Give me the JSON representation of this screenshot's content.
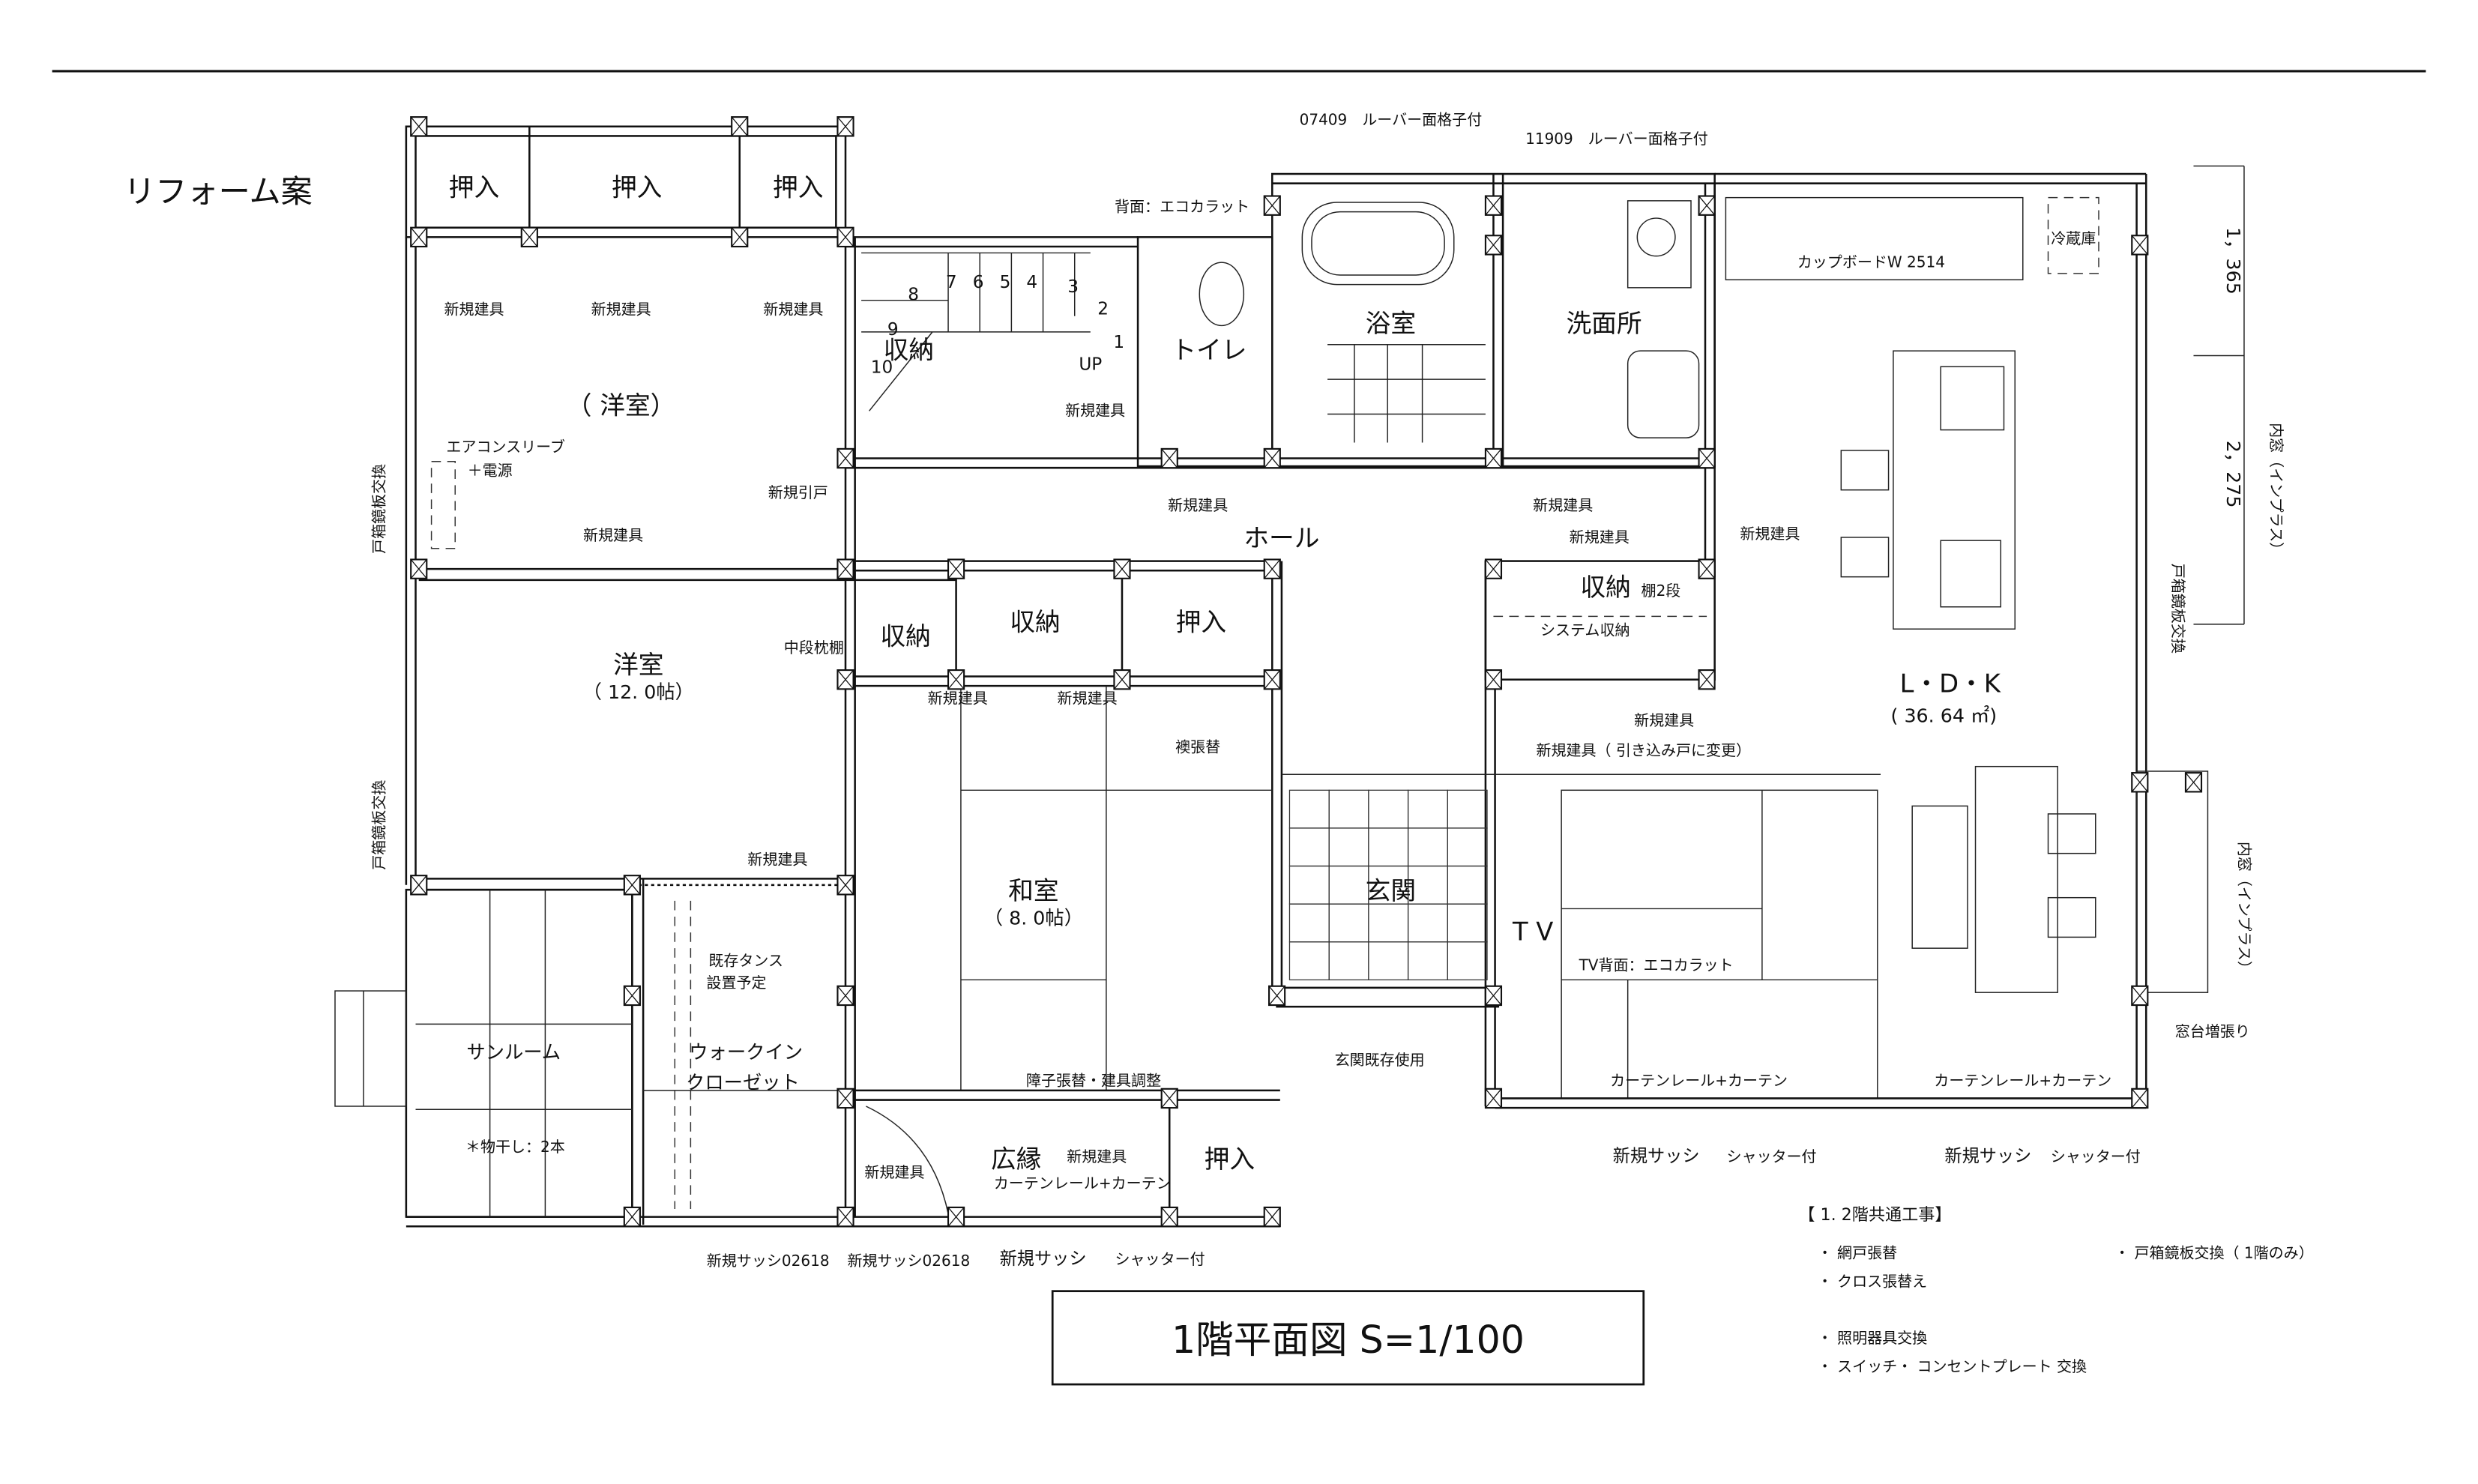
{
  "header": {
    "plan_title": "リフォーム案"
  },
  "drawing_title": "1階平面図 S=1/100",
  "rooms": {
    "closet_1": "押入",
    "closet_2": "押入",
    "closet_3": "押入",
    "western_room_upper": "（ 洋室）",
    "western_room_lower": "洋室",
    "western_room_lower_area": "（ 12. 0帖）",
    "storage_stair": "収納",
    "storage_1": "収納",
    "storage_2": "収納",
    "closet_4": "押入",
    "toilet": "トイレ",
    "bath": "浴室",
    "washroom": "洗面所",
    "hall": "ホール",
    "storage_hall": "収納",
    "system_storage": "システム収納",
    "ldk": "L・D・K",
    "ldk_area": "( 36. 64 ㎡)",
    "japanese_room": "和室",
    "japanese_room_area": "（ 8. 0帖）",
    "entrance": "玄関",
    "sunroom": "サンルーム",
    "walkin_closet_1": "ウォークイン",
    "walkin_closet_2": "クローゼット",
    "engawa": "広縁",
    "closet_5": "押入"
  },
  "notes": {
    "new_fitting": "新規建具",
    "new_sliding_door": "新規引戸",
    "aircon_sleeve": "エアコンスリーブ",
    "power_source": "＋電源",
    "door_box_left_1": "戸箱鏡板交換",
    "door_box_left_2": "戸箱鏡板交換",
    "door_box_right": "戸箱鏡板交換",
    "middle_shelf": "中段枕棚",
    "fusuma": "襖張替",
    "existing_chest_1": "既存タンス",
    "existing_chest_2": "設置予定",
    "laundry_pole": "＊物干し：2本",
    "shoji": "障子張替・建具調整",
    "curtain": "カーテンレール+カーテン",
    "back_ecocarat": "背面：エコカラット",
    "louver_1": "07409　ルーバー面格子付",
    "louver_2": "11909　ルーバー面格子付",
    "cupboard": "カップボードW 2514",
    "fridge": "冷蔵庫",
    "dim_1": "1，365",
    "dim_2": "2，275",
    "inner_window_1": "内窓（インプラス）",
    "inner_window_2": "内窓（インプラス）",
    "shelf_2": "棚2段",
    "new_fitting_pocket": "新規建具（ 引き込み戸に変更）",
    "tv": "T V",
    "tv_back": "TV背面：エコカラット",
    "entrance_existing": "玄関既存使用",
    "window_sill": "窓台増張り",
    "new_sash": "新規サッシ",
    "shutter": "シャッター付",
    "new_sash_02618": "新規サッシ02618",
    "up": "UP"
  },
  "stairs": [
    "1",
    "2",
    "3",
    "4",
    "5",
    "6",
    "7",
    "8",
    "9",
    "10"
  ],
  "common_work": {
    "title": "【 1. 2階共通工事】",
    "items": [
      "・ 網戸張替",
      "・ クロス張替え",
      "・ 照明器具交換",
      "・ スイッチ・ コンセントプレート 交換",
      "・ 戸箱鏡板交換（ 1階のみ）"
    ]
  }
}
